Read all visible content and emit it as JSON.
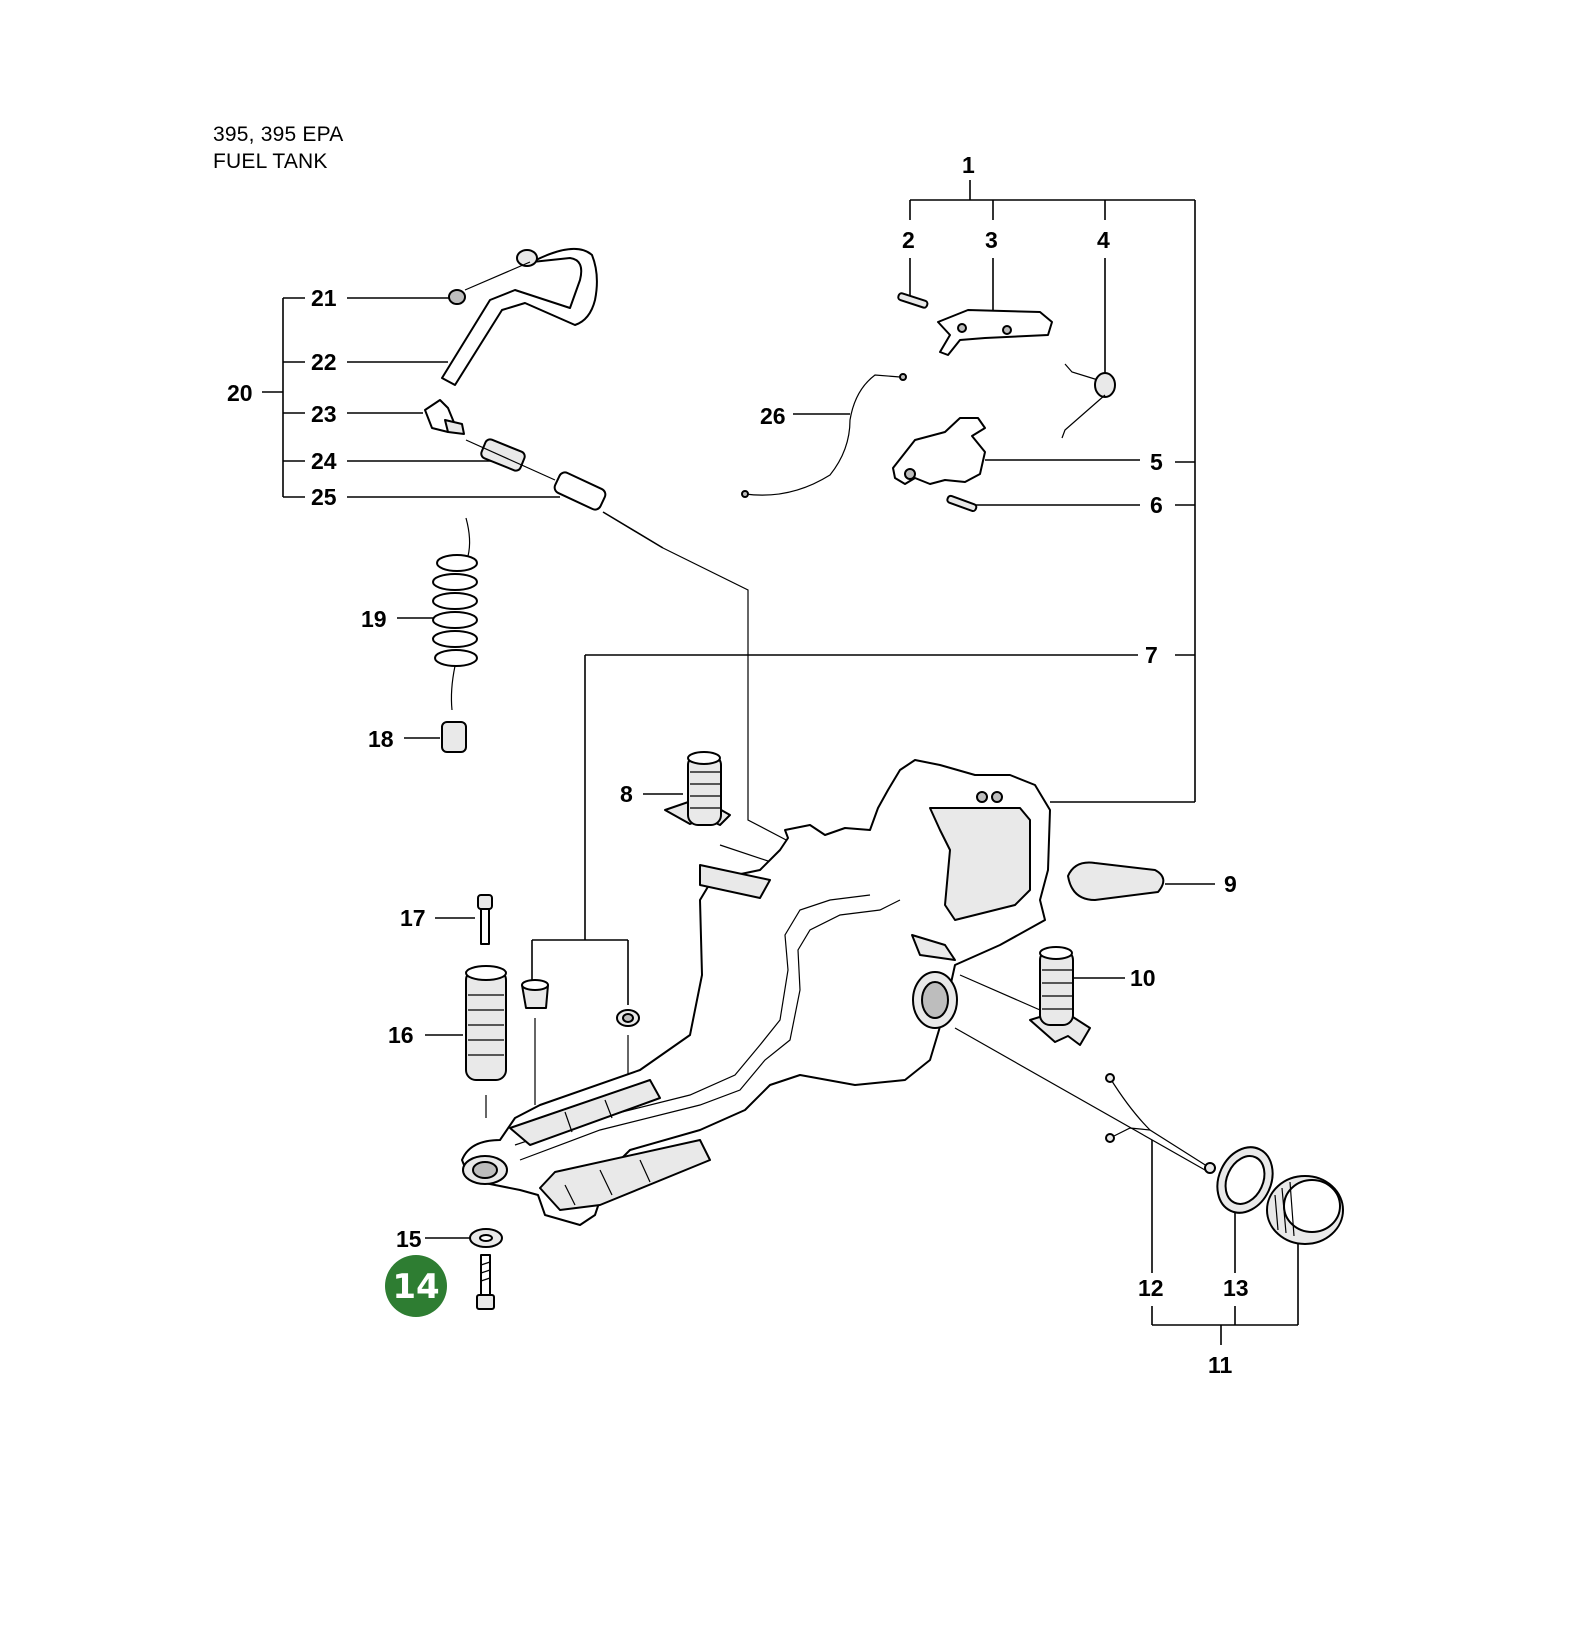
{
  "header": {
    "model": "395, 395 EPA",
    "section": "FUEL TANK"
  },
  "highlight": {
    "label": "14",
    "color": "#2e7d32"
  },
  "labels": {
    "l1": "1",
    "l2": "2",
    "l3": "3",
    "l4": "4",
    "l5": "5",
    "l6": "6",
    "l7": "7",
    "l8": "8",
    "l9": "9",
    "l10": "10",
    "l11": "11",
    "l12": "12",
    "l13": "13",
    "l15": "15",
    "l16": "16",
    "l17": "17",
    "l18": "18",
    "l19": "19",
    "l20": "20",
    "l21": "21",
    "l22": "22",
    "l23": "23",
    "l24": "24",
    "l25": "25",
    "l26": "26"
  }
}
